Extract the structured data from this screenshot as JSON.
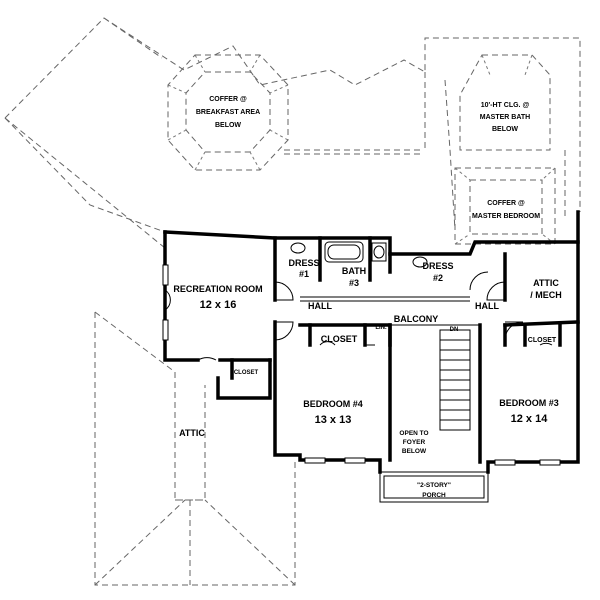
{
  "plan": {
    "coffer_breakfast": [
      "COFFER @",
      "BREAKFAST AREA",
      "BELOW"
    ],
    "master_bath_clg": [
      "10'-HT CLG. @",
      "MASTER BATH",
      "BELOW"
    ],
    "coffer_master": [
      "COFFER @",
      "MASTER BEDROOM"
    ],
    "recreation_room": {
      "name": "RECREATION ROOM",
      "size": "12 x 16"
    },
    "dress1": {
      "name": "DRESS",
      "num": "#1"
    },
    "bath3": {
      "name": "BATH",
      "num": "#3"
    },
    "dress2": {
      "name": "DRESS",
      "num": "#2"
    },
    "attic_mech": [
      "ATTIC",
      "/ MECH"
    ],
    "hall_left": "HALL",
    "hall_right": "HALL",
    "balcony": "BALCONY",
    "lin": "LIN.",
    "dn": "DN",
    "closet_bedroom4": "CLOSET",
    "closet_bedroom3": "CLOSET",
    "closet_recroom": "CLOSET",
    "bedroom4": {
      "name": "BEDROOM #4",
      "size": "13 x 13"
    },
    "bedroom3": {
      "name": "BEDROOM #3",
      "size": "12 x 14"
    },
    "open_to_foyer": [
      "OPEN TO",
      "FOYER",
      "BELOW"
    ],
    "attic": "ATTIC",
    "two_story": "\"2-STORY\"",
    "porch": "PORCH"
  }
}
